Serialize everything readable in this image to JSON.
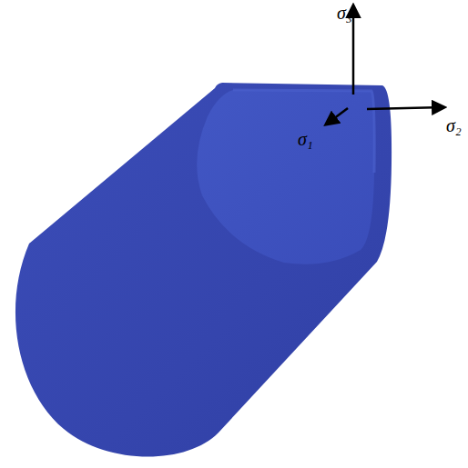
{
  "diagram": {
    "labels": [
      "σ₃",
      "σ₁",
      "σ₂"
    ]
  }
}
